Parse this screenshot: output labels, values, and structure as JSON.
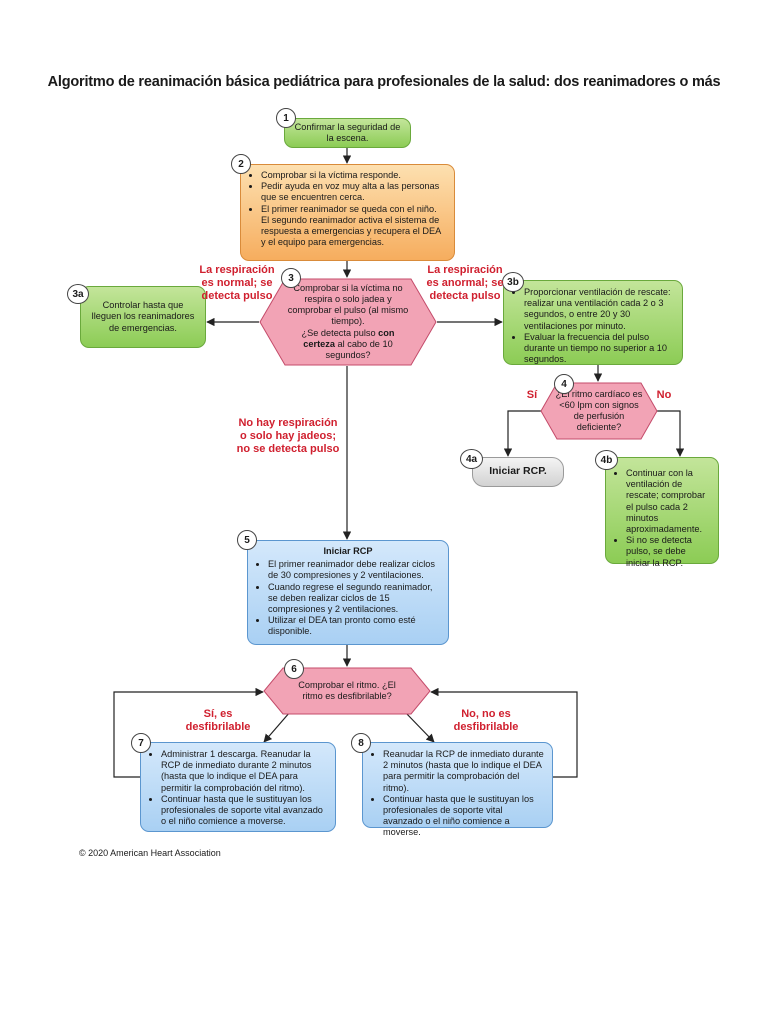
{
  "title": "Algoritmo de reanimación básica pediátrica para profesionales de la salud: dos reanimadores o más",
  "nodes": {
    "n1": {
      "num": "1",
      "text": "Confirmar la seguridad de la escena."
    },
    "n2": {
      "num": "2",
      "items": [
        "Comprobar si la víctima responde.",
        "Pedir ayuda en voz muy alta a las personas que se encuentren cerca.",
        "El primer reanimador se queda con el niño. El segundo reanimador activa el sistema de respuesta a emergencias y recupera el DEA y el equipo para emergencias."
      ]
    },
    "n3": {
      "num": "3",
      "line1": "Comprobar si la víctima no respira o solo jadea y comprobar el pulso (al mismo tiempo).",
      "line2_pre": "¿Se detecta pulso ",
      "line2_bold": "con certeza",
      "line2_post": " al cabo de 10 segundos?"
    },
    "n3a": {
      "num": "3a",
      "text": "Controlar hasta que lleguen los reanimadores de emergencias."
    },
    "n3b": {
      "num": "3b",
      "items": [
        "Proporcionar ventilación de rescate: realizar una ventilación cada 2 o 3 segundos, o entre 20 y 30 ventilaciones por minuto.",
        "Evaluar la frecuencia del pulso durante un tiempo no superior a 10 segundos."
      ]
    },
    "n4": {
      "num": "4",
      "text": "¿El ritmo cardíaco es <60 lpm con signos de perfusión deficiente?"
    },
    "n4a": {
      "num": "4a",
      "text": "Iniciar RCP."
    },
    "n4b": {
      "num": "4b",
      "items": [
        "Continuar con la ventilación de rescate; comprobar el pulso cada 2 minutos aproximadamente.",
        "Si no se detecta pulso, se debe iniciar la RCP."
      ]
    },
    "n5": {
      "num": "5",
      "title": "Iniciar RCP",
      "items": [
        "El primer reanimador debe realizar ciclos de 30 compresiones y 2 ventilaciones.",
        "Cuando regrese el segundo reanimador, se deben realizar ciclos de 15 compresiones y 2 ventilaciones.",
        "Utilizar el DEA tan pronto como esté disponible."
      ]
    },
    "n6": {
      "num": "6",
      "text": "Comprobar el ritmo. ¿El ritmo es desfibrilable?"
    },
    "n7": {
      "num": "7",
      "items": [
        "Administrar 1 descarga. Reanudar la RCP de inmediato durante 2 minutos (hasta que lo indique el DEA para permitir la comprobación del ritmo).",
        "Continuar hasta que le sustituyan los profesionales de soporte vital avanzado o el niño comience a moverse."
      ]
    },
    "n8": {
      "num": "8",
      "items": [
        "Reanudar la RCP de inmediato durante 2 minutos (hasta que lo indique el DEA para permitir la comprobación del ritmo).",
        "Continuar hasta que le sustituyan los profesionales de soporte vital avanzado o el niño comience a moverse."
      ]
    }
  },
  "labels": {
    "normal": "La respiración es normal; se detecta pulso",
    "abnormal": "La respiración es anormal; se detecta pulso",
    "none": "No hay respiración o solo hay jadeos; no se detecta pulso",
    "si": "Sí",
    "no": "No",
    "shockable": "Sí, es desfibrilable",
    "notshockable": "No, no es desfibrilable"
  },
  "copyright": "© 2020 American Heart Association",
  "colors": {
    "green": "#8ccc55",
    "orange": "#f6ad5e",
    "blue": "#a9d0f3",
    "pink": "#f2a3b5",
    "gray": "#d2d2d2",
    "label_red": "#d0202f"
  }
}
